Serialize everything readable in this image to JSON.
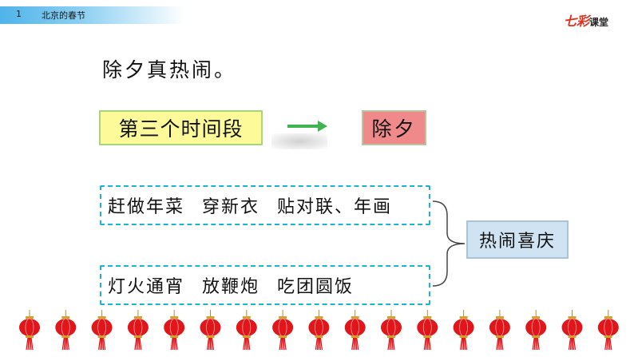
{
  "header": {
    "lesson_number": "1",
    "lesson_title": "北京的春节",
    "logo_text_red": "七彩",
    "logo_text_dark": "课堂"
  },
  "intro": {
    "text": "除夕真热闹。"
  },
  "timeline": {
    "segment_label": "第三个时间段",
    "target_label": "除夕",
    "arrow_color": "#3fb34f"
  },
  "activities": {
    "row1": [
      "赶做年菜",
      "穿新衣",
      "贴对联、年画"
    ],
    "row2": [
      "灯火通宵",
      "放鞭炮",
      "吃团圆饭"
    ]
  },
  "summary": {
    "label": "热闹喜庆"
  },
  "decoration": {
    "lantern_count": 17,
    "lantern_color": "#e0161b"
  },
  "colors": {
    "segment_bg": "#fdfa9a",
    "eve_bg": "#f08a8a",
    "dashed_border": "#18b6d4",
    "summary_bg": "#cfe3f2"
  }
}
